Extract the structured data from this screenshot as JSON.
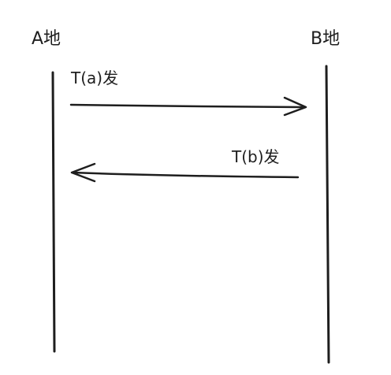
{
  "diagram": {
    "endpoint_a": "A地",
    "endpoint_b": "B地",
    "message_a_to_b": "T(a)发",
    "message_b_to_a": "T(b)发",
    "ink_color": "#1e1e1e"
  }
}
